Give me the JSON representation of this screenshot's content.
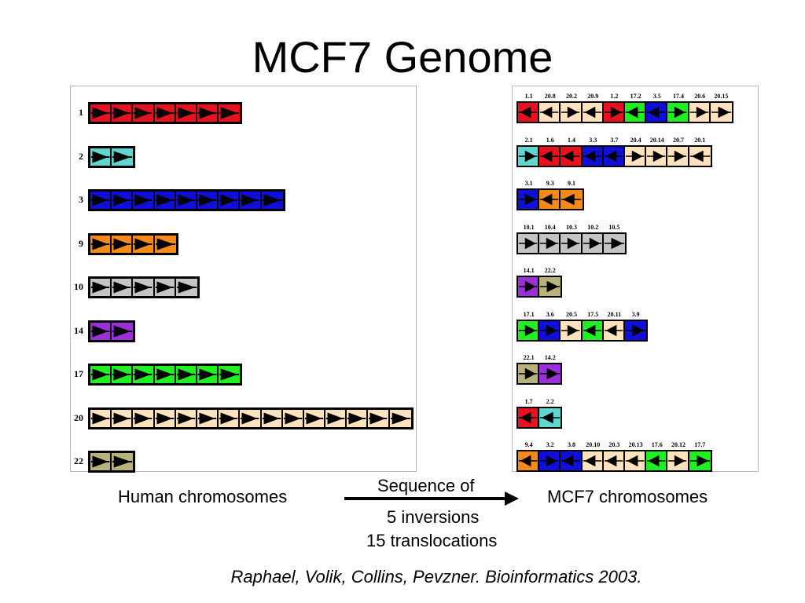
{
  "title": "MCF7 Genome",
  "colors": {
    "c1": "#e8121e",
    "c2": "#5fd6cf",
    "c3": "#0f0fd8",
    "c9": "#f58a1a",
    "c10": "#c4c4c4",
    "c14": "#9b30d8",
    "c17": "#1ff01f",
    "c20": "#fde2bd",
    "c22": "#b8b27a"
  },
  "human": {
    "rows": [
      {
        "label": "1",
        "chrom": "c1",
        "count": 7
      },
      {
        "label": "2",
        "chrom": "c2",
        "count": 2
      },
      {
        "label": "3",
        "chrom": "c3",
        "count": 9
      },
      {
        "label": "9",
        "chrom": "c9",
        "count": 4
      },
      {
        "label": "10",
        "chrom": "c10",
        "count": 5
      },
      {
        "label": "14",
        "chrom": "c14",
        "count": 2
      },
      {
        "label": "17",
        "chrom": "c17",
        "count": 7
      },
      {
        "label": "20",
        "chrom": "c20",
        "count": 15
      },
      {
        "label": "22",
        "chrom": "c22",
        "count": 2
      }
    ]
  },
  "mcf7": {
    "rows": [
      [
        {
          "label": "1.1",
          "chrom": "c1",
          "dir": "left"
        },
        {
          "label": "20.8",
          "chrom": "c20",
          "dir": "left"
        },
        {
          "label": "20.2",
          "chrom": "c20",
          "dir": "right"
        },
        {
          "label": "20.9",
          "chrom": "c20",
          "dir": "left"
        },
        {
          "label": "1.2",
          "chrom": "c1",
          "dir": "right"
        },
        {
          "label": "17.2",
          "chrom": "c17",
          "dir": "left"
        },
        {
          "label": "3.5",
          "chrom": "c3",
          "dir": "left"
        },
        {
          "label": "17.4",
          "chrom": "c17",
          "dir": "right"
        },
        {
          "label": "20.6",
          "chrom": "c20",
          "dir": "right"
        },
        {
          "label": "20.15",
          "chrom": "c20",
          "dir": "right"
        }
      ],
      [
        {
          "label": "2.1",
          "chrom": "c2",
          "dir": "right"
        },
        {
          "label": "1.6",
          "chrom": "c1",
          "dir": "left"
        },
        {
          "label": "1.4",
          "chrom": "c1",
          "dir": "left"
        },
        {
          "label": "3.3",
          "chrom": "c3",
          "dir": "left"
        },
        {
          "label": "3.7",
          "chrom": "c3",
          "dir": "left"
        },
        {
          "label": "20.4",
          "chrom": "c20",
          "dir": "right"
        },
        {
          "label": "20.14",
          "chrom": "c20",
          "dir": "right"
        },
        {
          "label": "20.7",
          "chrom": "c20",
          "dir": "right"
        },
        {
          "label": "20.1",
          "chrom": "c20",
          "dir": "left"
        }
      ],
      [
        {
          "label": "3.1",
          "chrom": "c3",
          "dir": "right"
        },
        {
          "label": "9.3",
          "chrom": "c9",
          "dir": "left"
        },
        {
          "label": "9.1",
          "chrom": "c9",
          "dir": "left"
        }
      ],
      [
        {
          "label": "10.1",
          "chrom": "c10",
          "dir": "right"
        },
        {
          "label": "10.4",
          "chrom": "c10",
          "dir": "right"
        },
        {
          "label": "10.3",
          "chrom": "c10",
          "dir": "right"
        },
        {
          "label": "10.2",
          "chrom": "c10",
          "dir": "right"
        },
        {
          "label": "10.5",
          "chrom": "c10",
          "dir": "right"
        }
      ],
      [
        {
          "label": "14.1",
          "chrom": "c14",
          "dir": "right"
        },
        {
          "label": "22.2",
          "chrom": "c22",
          "dir": "right"
        }
      ],
      [
        {
          "label": "17.1",
          "chrom": "c17",
          "dir": "right"
        },
        {
          "label": "3.6",
          "chrom": "c3",
          "dir": "right"
        },
        {
          "label": "20.5",
          "chrom": "c20",
          "dir": "right"
        },
        {
          "label": "17.5",
          "chrom": "c17",
          "dir": "left"
        },
        {
          "label": "20.11",
          "chrom": "c20",
          "dir": "left"
        },
        {
          "label": "3.9",
          "chrom": "c3",
          "dir": "right"
        }
      ],
      [
        {
          "label": "22.1",
          "chrom": "c22",
          "dir": "right"
        },
        {
          "label": "14.2",
          "chrom": "c14",
          "dir": "right"
        }
      ],
      [
        {
          "label": "1.7",
          "chrom": "c1",
          "dir": "left"
        },
        {
          "label": "2.2",
          "chrom": "c2",
          "dir": "left"
        }
      ],
      [
        {
          "label": "9.4",
          "chrom": "c9",
          "dir": "left"
        },
        {
          "label": "3.2",
          "chrom": "c3",
          "dir": "right"
        },
        {
          "label": "3.8",
          "chrom": "c3",
          "dir": "left"
        },
        {
          "label": "20.10",
          "chrom": "c20",
          "dir": "left"
        },
        {
          "label": "20.3",
          "chrom": "c20",
          "dir": "left"
        },
        {
          "label": "20.13",
          "chrom": "c20",
          "dir": "left"
        },
        {
          "label": "17.6",
          "chrom": "c17",
          "dir": "left"
        },
        {
          "label": "20.12",
          "chrom": "c20",
          "dir": "right"
        },
        {
          "label": "17.7",
          "chrom": "c17",
          "dir": "right"
        }
      ]
    ]
  },
  "captions": {
    "left": "Human chromosomes",
    "right": "MCF7 chromosomes",
    "arrow_top": "Sequence of",
    "arrow_bottom_1": "5 inversions",
    "arrow_bottom_2": "15 translocations"
  },
  "citation": "Raphael, Volik, Collins, Pevzner.  Bioinformatics 2003."
}
